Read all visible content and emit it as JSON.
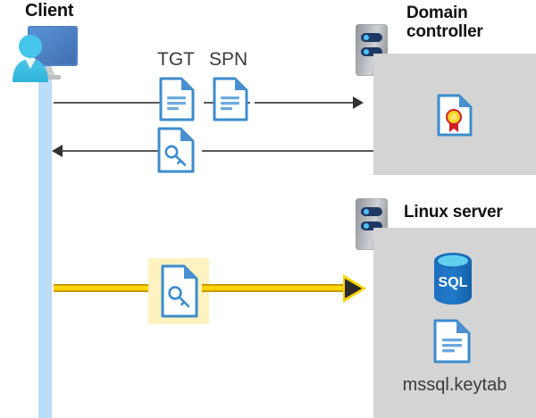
{
  "diagram": {
    "title_client": "Client",
    "title_domain_controller": "Domain\ncontroller",
    "title_domain_controller_line1": "Domain",
    "title_domain_controller_line2": "controller",
    "title_linux_server": "Linux server",
    "label_tgt": "TGT",
    "label_spn": "SPN",
    "label_keytab_file": "mssql.keytab",
    "label_sql": "SQL"
  },
  "icons": {
    "client": "client-workstation-icon",
    "server_dc": "server-rack-icon",
    "server_linux": "server-rack-icon",
    "certificate": "certificate-document-icon",
    "tgt_doc": "text-document-icon",
    "spn_doc": "text-document-icon",
    "ticket_key_doc": "key-document-icon",
    "service_ticket_doc": "key-document-icon",
    "database": "sql-database-icon",
    "keytab_doc": "text-document-icon"
  },
  "flows": [
    {
      "id": "request",
      "direction": "right",
      "style": "gray",
      "from": "client",
      "to": "domain-controller"
    },
    {
      "id": "response",
      "direction": "left",
      "style": "gray",
      "from": "domain-controller",
      "to": "client"
    },
    {
      "id": "service-ticket",
      "direction": "right",
      "style": "yellow-highlight",
      "from": "client",
      "to": "linux-server"
    }
  ],
  "colors": {
    "lifeline": "#bcdcf7",
    "panel": "#d4d4d4",
    "arrow_gray": "#595959",
    "arrow_yellow": "#ffd400",
    "highlight": "#fdf2c0",
    "doc_blue": "#3c8ccd",
    "sql_blue": "#1b74bd",
    "cert_gold": "#f5cf1e",
    "cert_red": "#cc2026",
    "text": "#111111"
  }
}
